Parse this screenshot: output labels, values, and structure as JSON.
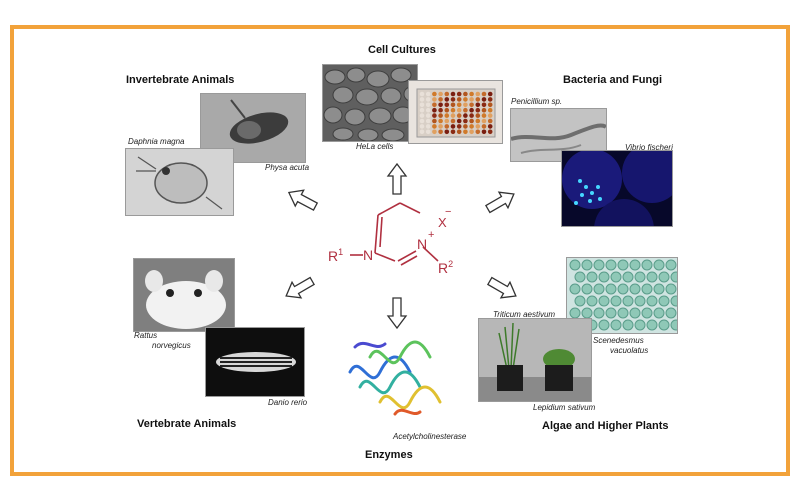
{
  "center": {
    "r1": "R",
    "r1_sup": "1",
    "n1": "N",
    "n3": "N",
    "plus": "+",
    "x": "X",
    "minus": "−",
    "r2": "R",
    "r2_sup": "2"
  },
  "groups": {
    "cell_cultures": {
      "title": "Cell Cultures",
      "captions": [
        "HeLa cells"
      ]
    },
    "invertebrate": {
      "title": "Invertebrate Animals",
      "captions": [
        "Daphnia magna",
        "Physa acuta"
      ]
    },
    "bacteria_fungi": {
      "title": "Bacteria and Fungi",
      "captions": [
        "Penicillium sp.",
        "Vibrio fischeri"
      ]
    },
    "vertebrate": {
      "title": "Vertebrate Animals",
      "captions": [
        "Rattus",
        "norvegicus",
        "Danio rerio"
      ]
    },
    "enzymes": {
      "title": "Enzymes",
      "captions": [
        "Acetylcholinesterase"
      ]
    },
    "algae_plants": {
      "title": "Algae and Higher Plants",
      "captions": [
        "Triticum aestivum",
        "Scenedesmus",
        "vacuolatus",
        "Lepidium sativum"
      ]
    }
  },
  "colors": {
    "frame": "#f2a23a",
    "formula": "#b03040",
    "arrow_fill": "#ffffff",
    "arrow_stroke": "#333333"
  },
  "arrows": [
    {
      "id": "to-cell-cultures",
      "angle": -90
    },
    {
      "id": "to-invertebrate",
      "angle": -152
    },
    {
      "id": "to-bacteria",
      "angle": -30
    },
    {
      "id": "to-vertebrate",
      "angle": 150
    },
    {
      "id": "to-enzymes",
      "angle": 90
    },
    {
      "id": "to-plants",
      "angle": 30
    }
  ]
}
